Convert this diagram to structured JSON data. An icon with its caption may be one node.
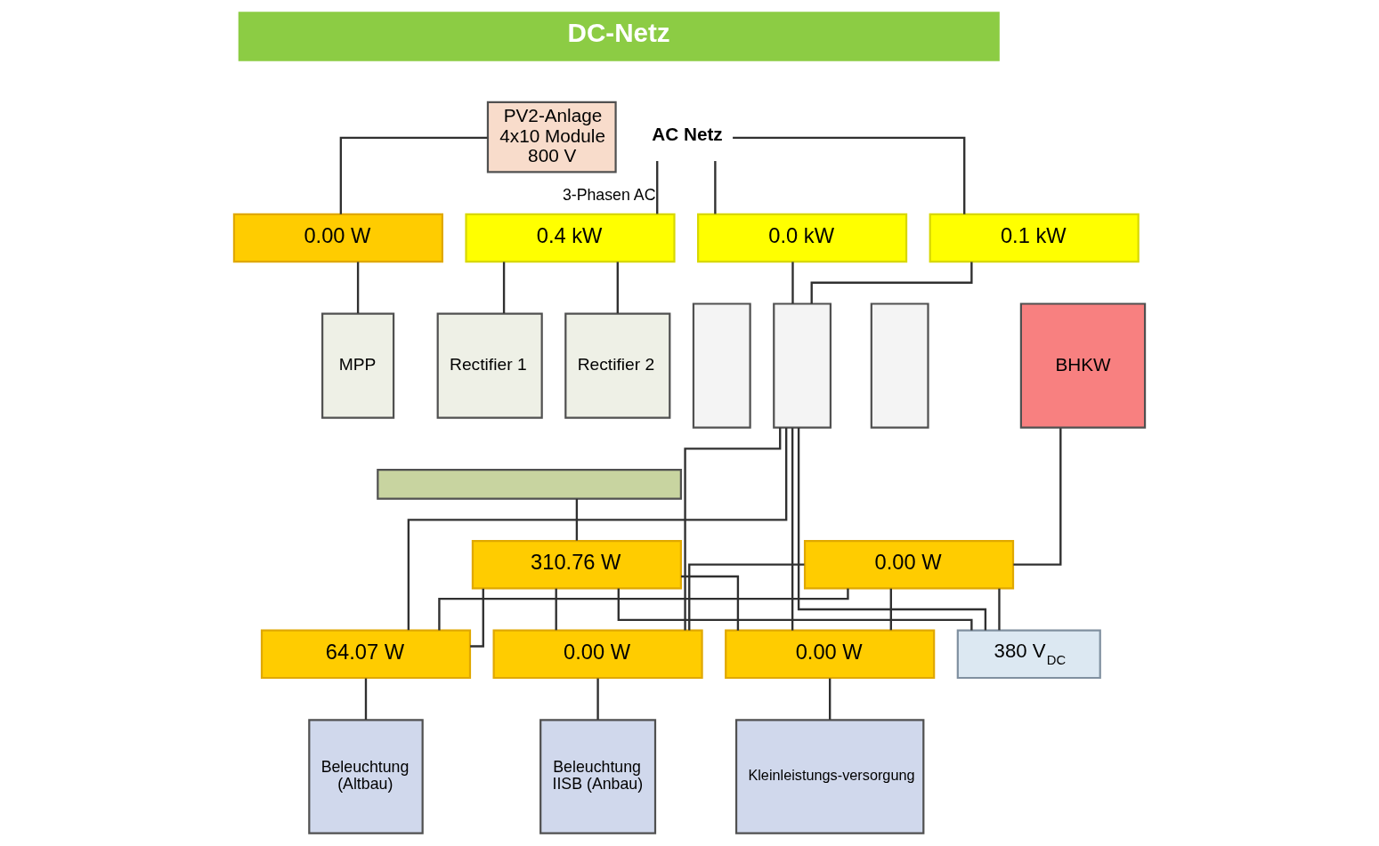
{
  "diagram": {
    "nodes": [
      {
        "text": [
          "DC-Netz"
        ]
      },
      {
        "text": [
          "PV2-Anlage 4x10 Module 800 V"
        ]
      },
      {
        "text": [
          "0.00 W"
        ]
      },
      {
        "text": [
          "AC Netz"
        ]
      },
      {
        "text": [
          "0.4 kW"
        ]
      },
      {
        "text": [
          "0.0 kW"
        ]
      },
      {
        "text": [
          "0.1 kW"
        ]
      },
      {
        "text": [
          "MPP"
        ]
      },
      {
        "text": [
          "Rectifier 1"
        ]
      },
      {
        "text": [
          "Rectifier 2"
        ]
      },
      {
        "text": [],
        "shape": "bar"
      },
      {
        "text": [],
        "shape": "box"
      },
      {
        "text": [],
        "shape": "box"
      },
      {
        "text": [],
        "shape": "box"
      },
      {
        "text": [
          "BHKW"
        ]
      },
      {
        "text": [
          "0.00 W"
        ]
      },
      {
        "text": [
          "310.76 W"
        ]
      },
      {
        "text": [
          "380 V$_{DC}$"
        ]
      },
      {
        "text": [
          "64.07 W"
        ]
      },
      {
        "text": [
          "0.00 W"
        ]
      },
      {
        "text": [
          "0.00 W"
        ]
      },
      {
        "text": [
          "Beleuchtung (Altbau)"
        ]
      },
      {
        "text": [
          "Beleuchtung IISB (Anbau)"
        ]
      },
      {
        "text": [
          "Kleinleistungs-versorgung"
        ]
      }
    ],
    "edges": [
      {
        "from": 1,
        "to": 2,
        "arrow": "none"
      },
      {
        "from": 2,
        "to": 7,
        "arrow": "none"
      },
      {
        "from": 3,
        "to": 4,
        "arrow": "none",
        "label": "3-Phasen AC"
      },
      {
        "from": 3,
        "to": 5,
        "arrow": "none"
      },
      {
        "from": 3,
        "to": 6,
        "arrow": "none"
      },
      {
        "from": 4,
        "to": 8,
        "arrow": "none"
      },
      {
        "from": 4,
        "to": 9,
        "arrow": "none"
      },
      {
        "from": 5,
        "to": 12,
        "arrow": "none"
      },
      {
        "from": 6,
        "to": 12,
        "arrow": "none"
      },
      {
        "from": 14,
        "to": 15,
        "arrow": "none"
      },
      {
        "from": 10,
        "to": 16,
        "arrow": "none"
      },
      {
        "from": 16,
        "to": 18,
        "arrow": "none"
      },
      {
        "from": 16,
        "to": 19,
        "arrow": "none"
      },
      {
        "from": 16,
        "to": 20,
        "arrow": "none"
      },
      {
        "from": 16,
        "to": 17,
        "arrow": "none"
      },
      {
        "from": 12,
        "to": 18,
        "arrow": "none"
      },
      {
        "from": 12,
        "to": 19,
        "arrow": "none"
      },
      {
        "from": 12,
        "to": 20,
        "arrow": "none"
      },
      {
        "from": 12,
        "to": 17,
        "arrow": "none"
      },
      {
        "from": 15,
        "to": 18,
        "arrow": "none"
      },
      {
        "from": 15,
        "to": 19,
        "arrow": "none"
      },
      {
        "from": 15,
        "to": 20,
        "arrow": "none"
      },
      {
        "from": 15,
        "to": 17,
        "arrow": "none"
      },
      {
        "from": 18,
        "to": 21,
        "arrow": "none"
      },
      {
        "from": 19,
        "to": 22,
        "arrow": "none"
      },
      {
        "from": 20,
        "to": 23,
        "arrow": "none"
      }
    ]
  }
}
